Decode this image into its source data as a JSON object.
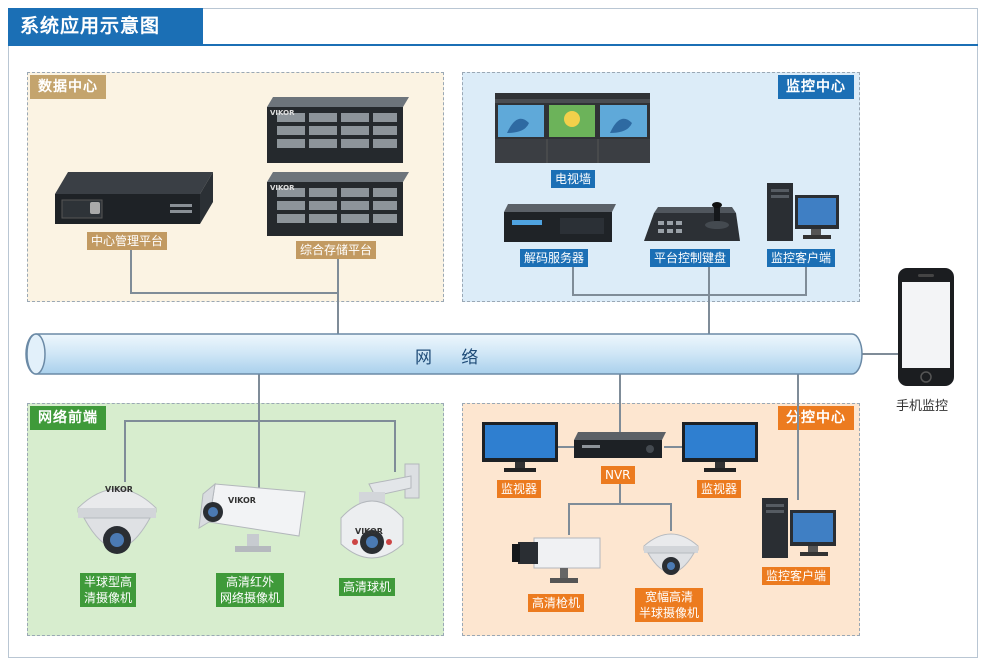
{
  "title": "系统应用示意图",
  "network_label": "网 络",
  "mobile_label": "手机监控",
  "device_brand": "VIKOR",
  "colors": {
    "title_blue": "#1b6fb5",
    "data_panel_bg": "#fbf3e3",
    "monitor_panel_bg": "#dcecf8",
    "front_panel_bg": "#d7edce",
    "branch_panel_bg": "#fde6d0",
    "tag_gold": "#c4a46d",
    "tag_blue": "#1b6fb5",
    "tag_green": "#3f9a3a",
    "tag_orange": "#ec7b1f"
  },
  "data_center": {
    "tag": "数据中心",
    "central_platform": "中心管理平台",
    "storage_platform": "综合存储平台"
  },
  "monitor_center": {
    "tag": "监控中心",
    "tv_wall": "电视墙",
    "decoder": "解码服务器",
    "keyboard": "平台控制键盘",
    "client": "监控客户端"
  },
  "network_front": {
    "tag": "网络前端",
    "dome_line1": "半球型高",
    "dome_line2": "清摄像机",
    "ir_line1": "高清红外",
    "ir_line2": "网络摄像机",
    "ptz": "高清球机"
  },
  "branch_center": {
    "tag": "分控中心",
    "nvr": "NVR",
    "monitor_left": "监视器",
    "monitor_right": "监视器",
    "client": "监控客户端",
    "gun_camera": "高清枪机",
    "wide_line1": "宽幅高清",
    "wide_line2": "半球摄像机"
  }
}
